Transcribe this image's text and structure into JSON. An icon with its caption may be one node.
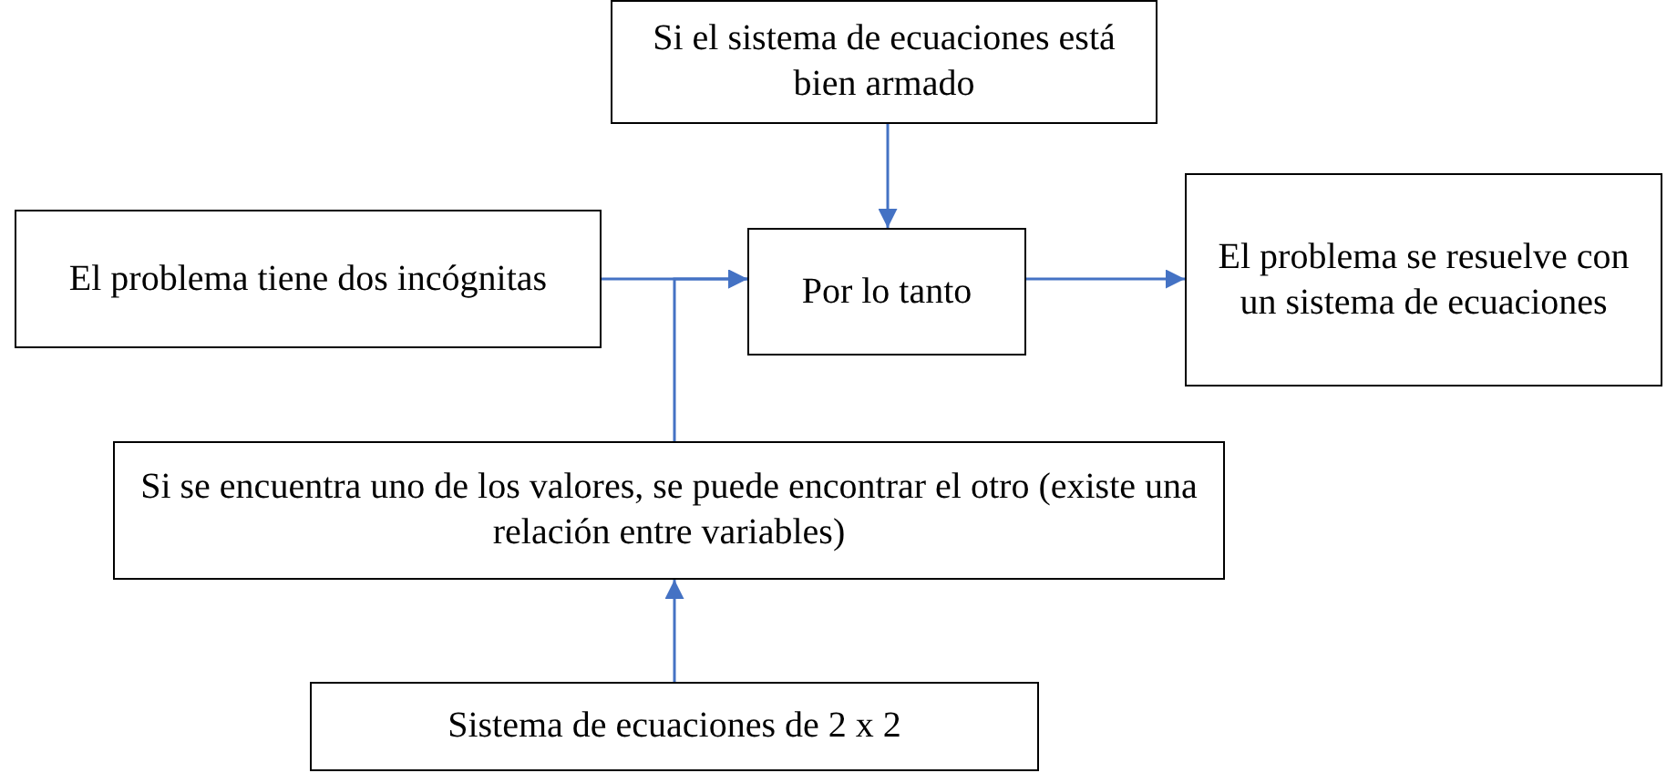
{
  "diagram": {
    "nodes": [
      {
        "text": [
          "Si el sistema de ecuaciones está bien armado"
        ]
      },
      {
        "text": [
          "El problema tiene dos incógnitas"
        ]
      },
      {
        "text": [
          "Por lo tanto"
        ]
      },
      {
        "text": [
          "El problema se resuelve con un sistema de ecuaciones"
        ]
      },
      {
        "text": [
          "Si se encuentra uno de los valores, se puede encontrar el otro (existe una relación entre variables)"
        ]
      },
      {
        "text": [
          "Sistema de ecuaciones de 2 x 2"
        ]
      }
    ],
    "edges": [
      {
        "from": 0,
        "to": 2,
        "arrow": "to"
      },
      {
        "from": 1,
        "to": 2,
        "arrow": "to"
      },
      {
        "from": 4,
        "to": 2,
        "arrow": "to"
      },
      {
        "from": 2,
        "to": 3,
        "arrow": "to"
      },
      {
        "from": 5,
        "to": 4,
        "arrow": "to"
      }
    ]
  }
}
